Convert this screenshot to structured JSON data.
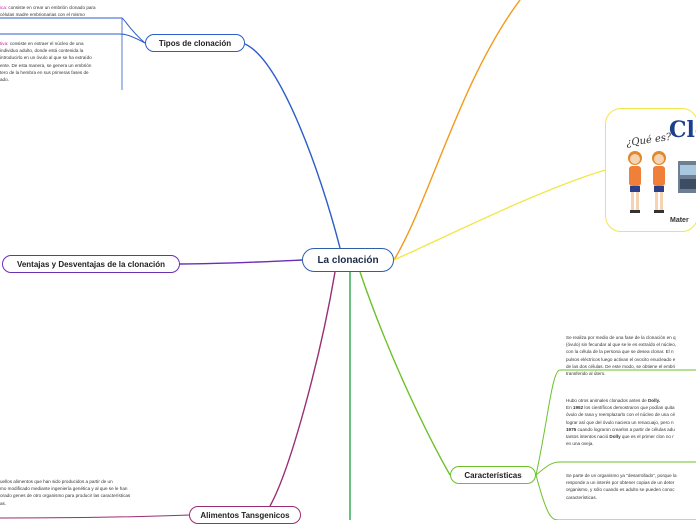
{
  "central": {
    "label": "La clonación"
  },
  "branches": {
    "tipos": "Tipos de clonación",
    "ventajas": "Ventajas y Desventajas de la clonación",
    "alimentos": "Alimentos Tansgenicos",
    "caracteristicas": "Características"
  },
  "notes": {
    "tipos_1": {
      "highlight": "ica:",
      "lines": [
        " consiste en crear un embrión clonado para",
        "células madre embrionarias  con el mismo"
      ]
    },
    "tipos_2": {
      "highlight": "tiva:",
      "lines": [
        " consiste en extraer el núcleo de una",
        "individuo adulto, donde está contenida la",
        "introducirlo en un óvulo al que se ha extraído",
        "ente. De esta manera, se genera un embrión",
        "tero de la hembra en sus primeras fases de",
        "ado."
      ]
    },
    "alimentos": {
      "lines": [
        "uellos alimentos que han sido producidos a partir de un",
        "mo modificado mediante ingeniería genética y al que se le han",
        "orado genes de otro organismo para producir las características",
        "as."
      ]
    },
    "caract_1": {
      "lines": [
        "Se realiza por medio de una fase de la clonación en q",
        "(óvulo) sin fecundar al que se le es extraído el núcleo,",
        "con la célula de la persona que se desea clonar. El n",
        "pulsos eléctricos luego activan el ovocito enucleado e",
        "de las dos células. De este modo, se obtiene el embri",
        "transferido al útero."
      ]
    },
    "caract_2": {
      "l1": "Hubo otros animales clonados antes de ",
      "dolly": "Dolly.",
      "l2a": "En ",
      "year1": "1952",
      "l2b": " los científicos demostraron que podían quita",
      "l3": "óvulo de rana y reemplazarlo con el núcleo de una cé",
      "l4": "lograr así que del óvulo naciera un renacuajo, pero n",
      "year2": "1975",
      "l5": " cuando lograron crearlos a partir de células adu",
      "l6a": "tantos intentos nació ",
      "dolly2": "Dolly",
      "l6b": " que es el primer clon no r",
      "l7": "en una oveja."
    },
    "caract_3": {
      "lines": [
        "Se parte de un organismo ya \"desarrollado\", porque la",
        "responde a un interés por obtener copias de un deter",
        "organismo, y sólo cuando es adulto se pueden conoc",
        "características."
      ]
    }
  },
  "image_card": {
    "title": "Clo",
    "question": "¿Qué es?",
    "caption": "Mater"
  },
  "colors": {
    "branch_tipos": "#2c5dc9",
    "branch_ventajas": "#6a2fb5",
    "branch_alimentos": "#9a2d73",
    "branch_caracteristicas": "#6cc02a",
    "branch_image": "#f0e84a",
    "branch_orange": "#f39a1c",
    "branch_green": "#2aa84a"
  }
}
